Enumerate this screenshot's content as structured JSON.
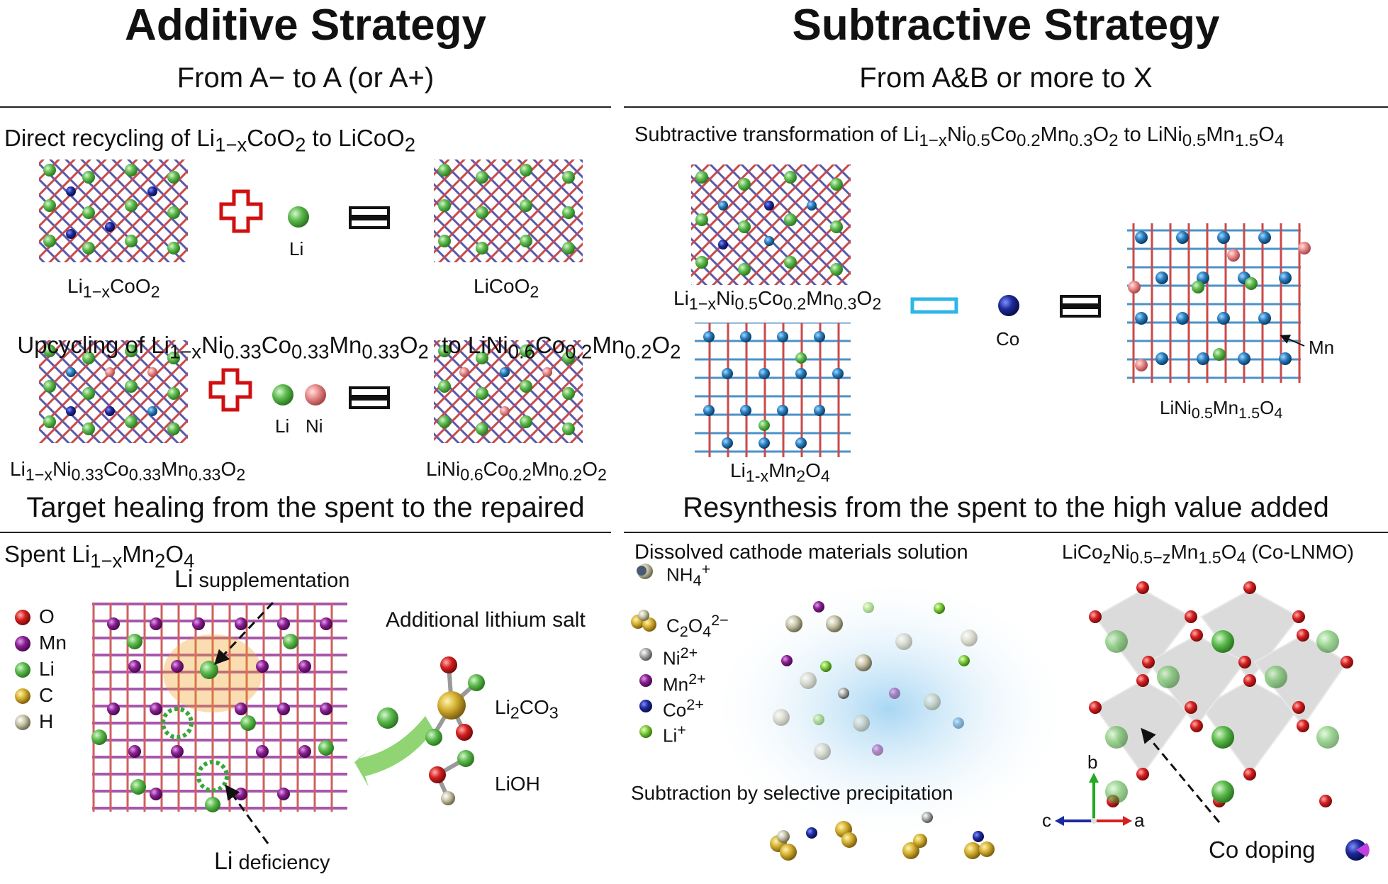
{
  "left": {
    "title": "Additive Strategy",
    "subtitle": "From A− to A (or A+)",
    "section1": {
      "pre": "Direct recycling of Li",
      "sub1": "1−x",
      "mid1": "CoO",
      "sub2": "2",
      "mid2": " to LiCoO",
      "sub3": "2"
    },
    "row1": {
      "left_label": {
        "a": "Li",
        "s1": "1−x",
        "b": "CoO",
        "s2": "2"
      },
      "li_label": "Li",
      "right_label": {
        "a": "LiCoO",
        "s1": "2"
      }
    },
    "section2": {
      "pre": "Upcycling of Li",
      "s1": "1−x",
      "a": "Ni",
      "s2": "0.33",
      "b": "Co",
      "s3": "0.33",
      "c": "Mn",
      "s4": "0.33",
      "d": "O",
      "s5": "2",
      "e": "  to LiNi",
      "s6": "0.6",
      "f": "Co",
      "s7": "0.2",
      "g": "Mn",
      "s8": "0.2",
      "h": "O",
      "s9": "2"
    },
    "row2": {
      "left_label": {
        "a": "Li",
        "s1": "1−x",
        "b": "Ni",
        "s2": "0.33",
        "c": "Co",
        "s3": "0.33",
        "d": "Mn",
        "s4": "0.33",
        "e": "O",
        "s5": "2"
      },
      "li_label": "Li",
      "ni_label": "Ni",
      "right_label": {
        "a": "LiNi",
        "s1": "0.6",
        "b": "Co",
        "s2": "0.2",
        "c": "Mn",
        "s3": "0.2",
        "d": "O",
        "s4": "2"
      }
    },
    "section3": "Target healing from the spent to the repaired",
    "bottom": {
      "spent": {
        "a": "Spent Li",
        "s1": "1−x",
        "b": "Mn",
        "s2": "2",
        "c": "O",
        "s3": "4"
      },
      "legend": [
        {
          "label": "O",
          "color": "#d62020"
        },
        {
          "label": "Mn",
          "color": "#8a1f8f"
        },
        {
          "label": "Li",
          "color": "#3aa63a"
        },
        {
          "label": "C",
          "color": "#d4b030"
        },
        {
          "label": "H",
          "color": "#c8c4a8"
        }
      ],
      "li_supp": {
        "a": "Li",
        "b": " supplementation"
      },
      "li_def": {
        "a": "Li",
        "b": " deficiency"
      },
      "salt_title": "Additional lithium salt",
      "li2co3": {
        "a": "Li",
        "s1": "2",
        "b": "CO",
        "s2": "3"
      },
      "lioh": "LiOH"
    }
  },
  "right": {
    "title": "Subtractive Strategy",
    "subtitle": "From A&B or more to X",
    "section1": {
      "pre": "Subtractive transformation of Li",
      "s1": "1−x",
      "a": "Ni",
      "s2": "0.5",
      "b": "Co",
      "s3": "0.2",
      "c": "Mn",
      "s4": "0.3",
      "d": "O",
      "s5": "2",
      "e": " to LiNi",
      "s6": "0.5",
      "f": "Mn",
      "s7": "1.5",
      "g": "O",
      "s8": "4"
    },
    "top_label": {
      "a": "Li",
      "s1": "1−x",
      "b": "Ni",
      "s2": "0.5",
      "c": "Co",
      "s3": "0.2",
      "d": "Mn",
      "s4": "0.3",
      "e": "O",
      "s5": "2"
    },
    "bot_label": {
      "a": "Li",
      "s1": "1-x",
      "b": "Mn",
      "s2": "2",
      "c": "O",
      "s3": "4"
    },
    "co_label": "Co",
    "mn_label": "Mn",
    "product_label": {
      "a": "LiNi",
      "s1": "0.5",
      "b": "Mn",
      "s2": "1.5",
      "c": "O",
      "s3": "4"
    },
    "section3": "Resynthesis from the spent to the high value added",
    "bottom": {
      "solution_title": "Dissolved cathode materials solution",
      "ions": [
        {
          "a": "NH",
          "sup": "4",
          "sup2": "+",
          "icon": "ammonium-icon"
        },
        {
          "a": "C",
          "sub": "2",
          "b": "O",
          "sub2": "4",
          "sup": "2−",
          "icon": "oxalate-icon"
        },
        {
          "a": "Ni",
          "sup": "2+",
          "icon": "nickel-ion-icon"
        },
        {
          "a": "Mn",
          "sup": "2+",
          "icon": "manganese-ion-icon"
        },
        {
          "a": "Co",
          "sup": "2+",
          "icon": "cobalt-ion-icon"
        },
        {
          "a": "Li",
          "sup": "+",
          "icon": "lithium-ion-icon"
        }
      ],
      "precip": "Subtraction by selective precipitation",
      "colnmo": {
        "a": "LiCo",
        "s1": "z",
        "b": "Ni",
        "s2": "0.5−z",
        "c": "Mn",
        "s3": "1.5",
        "d": "O",
        "s4": "4",
        "e": " (Co-LNMO)"
      },
      "axes": {
        "b": "b",
        "c": "c",
        "a": "a"
      },
      "co_doping": "Co doping"
    }
  },
  "colors": {
    "red": "#d62020",
    "green": "#6fbf6f",
    "blue": "#2a7fc0",
    "navy": "#1a237e",
    "pink": "#e88a8a",
    "purple": "#8a1f8f",
    "cyan": "#2fb6e6"
  }
}
